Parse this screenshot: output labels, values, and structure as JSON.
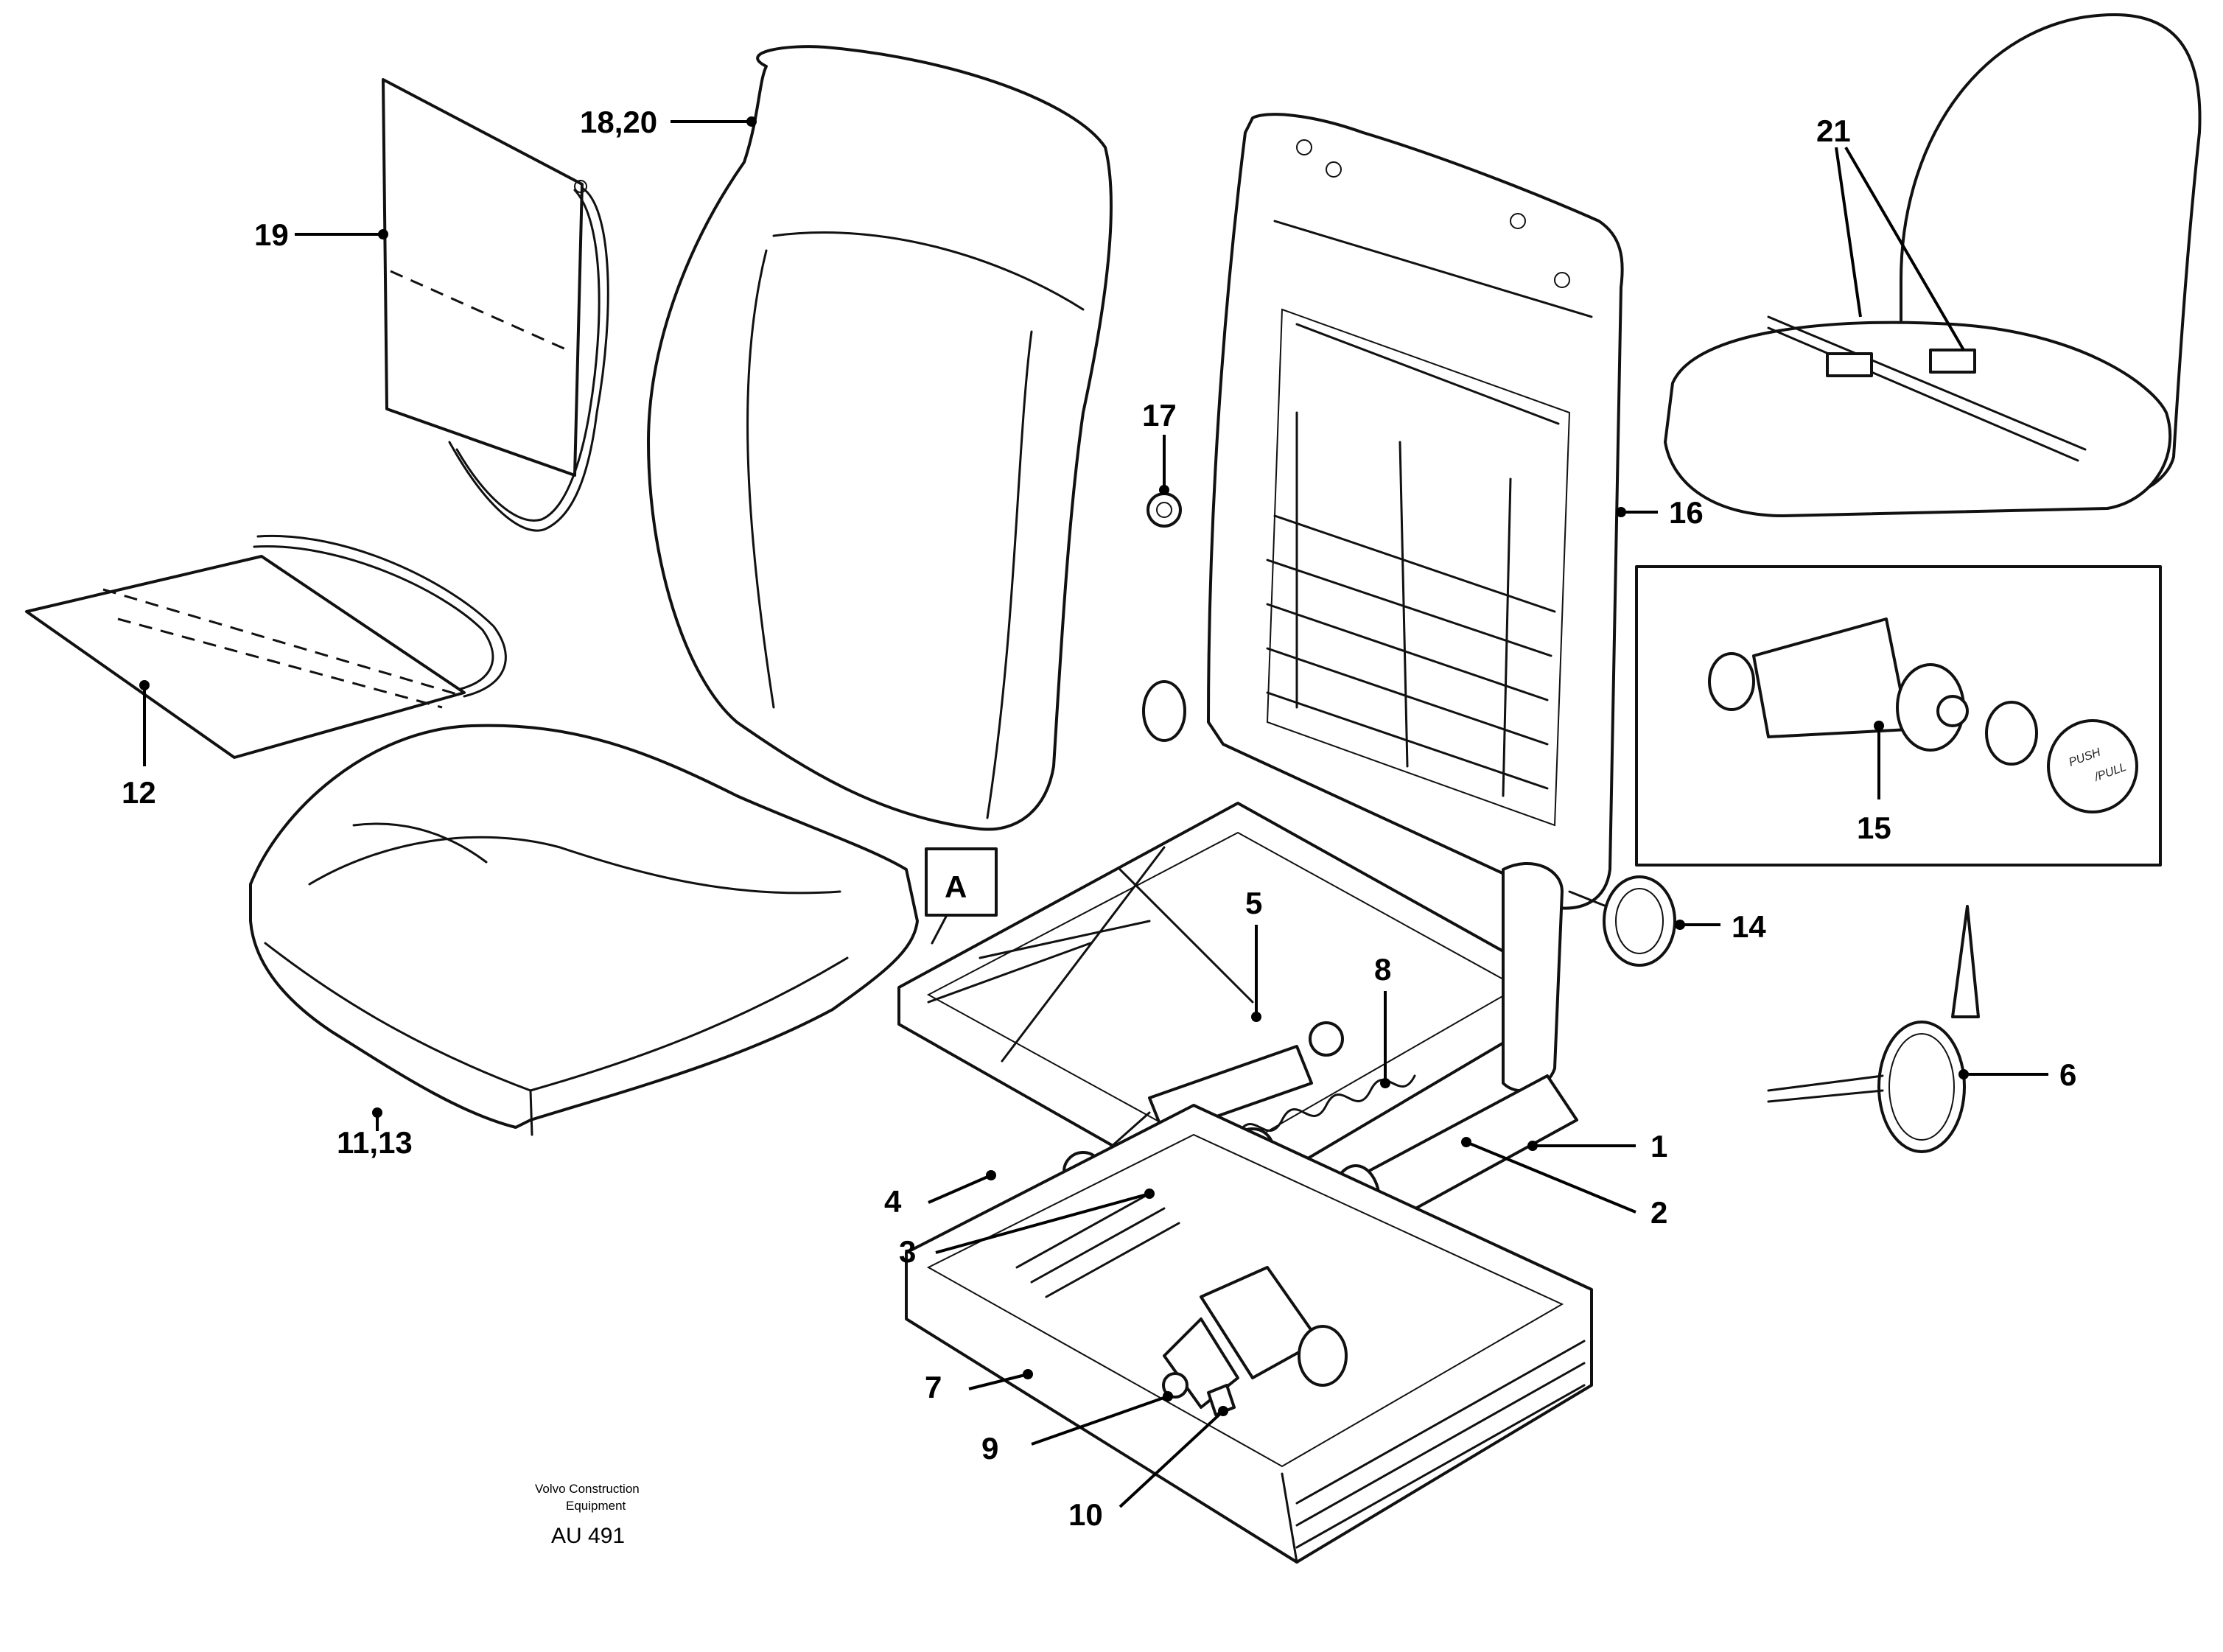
{
  "diagram": {
    "callouts": [
      "1",
      "2",
      "3",
      "4",
      "5",
      "6",
      "7",
      "8",
      "9",
      "10",
      "11,13",
      "12",
      "14",
      "15",
      "16",
      "17",
      "18,20",
      "19",
      "21"
    ],
    "view_marker": "A",
    "button_text": [
      "PUSH",
      "/PULL"
    ],
    "credit_line1": "Volvo Construction",
    "credit_line2": "Equipment",
    "figure_code": "AU 491"
  }
}
